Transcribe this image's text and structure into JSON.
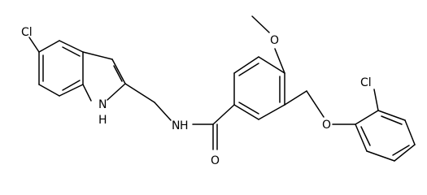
{
  "labels": {
    "cl_indole": "Cl",
    "nh_indole": "H",
    "n_indole": "N",
    "n_amide": "N",
    "h_amide": "H",
    "o_carbonyl": "O",
    "o_methoxy": "O",
    "o_ether": "O",
    "cl_phenyl": "Cl"
  }
}
